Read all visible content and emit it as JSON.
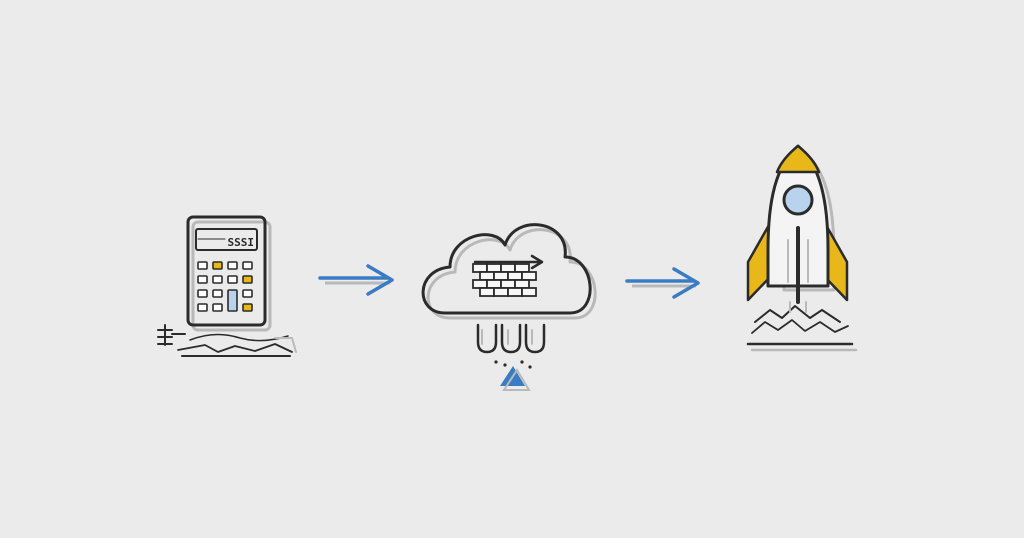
{
  "diagram": {
    "steps": [
      {
        "id": "calculator",
        "icon": "calculator-icon",
        "display_text": "SSSI"
      },
      {
        "id": "cloud",
        "icon": "cloud-firewall-icon"
      },
      {
        "id": "rocket",
        "icon": "rocket-launch-icon"
      }
    ],
    "connectors": [
      {
        "from": "calculator",
        "to": "cloud"
      },
      {
        "from": "cloud",
        "to": "rocket"
      }
    ]
  },
  "colors": {
    "background": "#ebebeb",
    "ink": "#2b2b2b",
    "accent_blue": "#3a7cc4",
    "accent_yellow": "#e8b81a",
    "window_blue": "#b9d3ee",
    "shadow": "#b9b9b9"
  }
}
